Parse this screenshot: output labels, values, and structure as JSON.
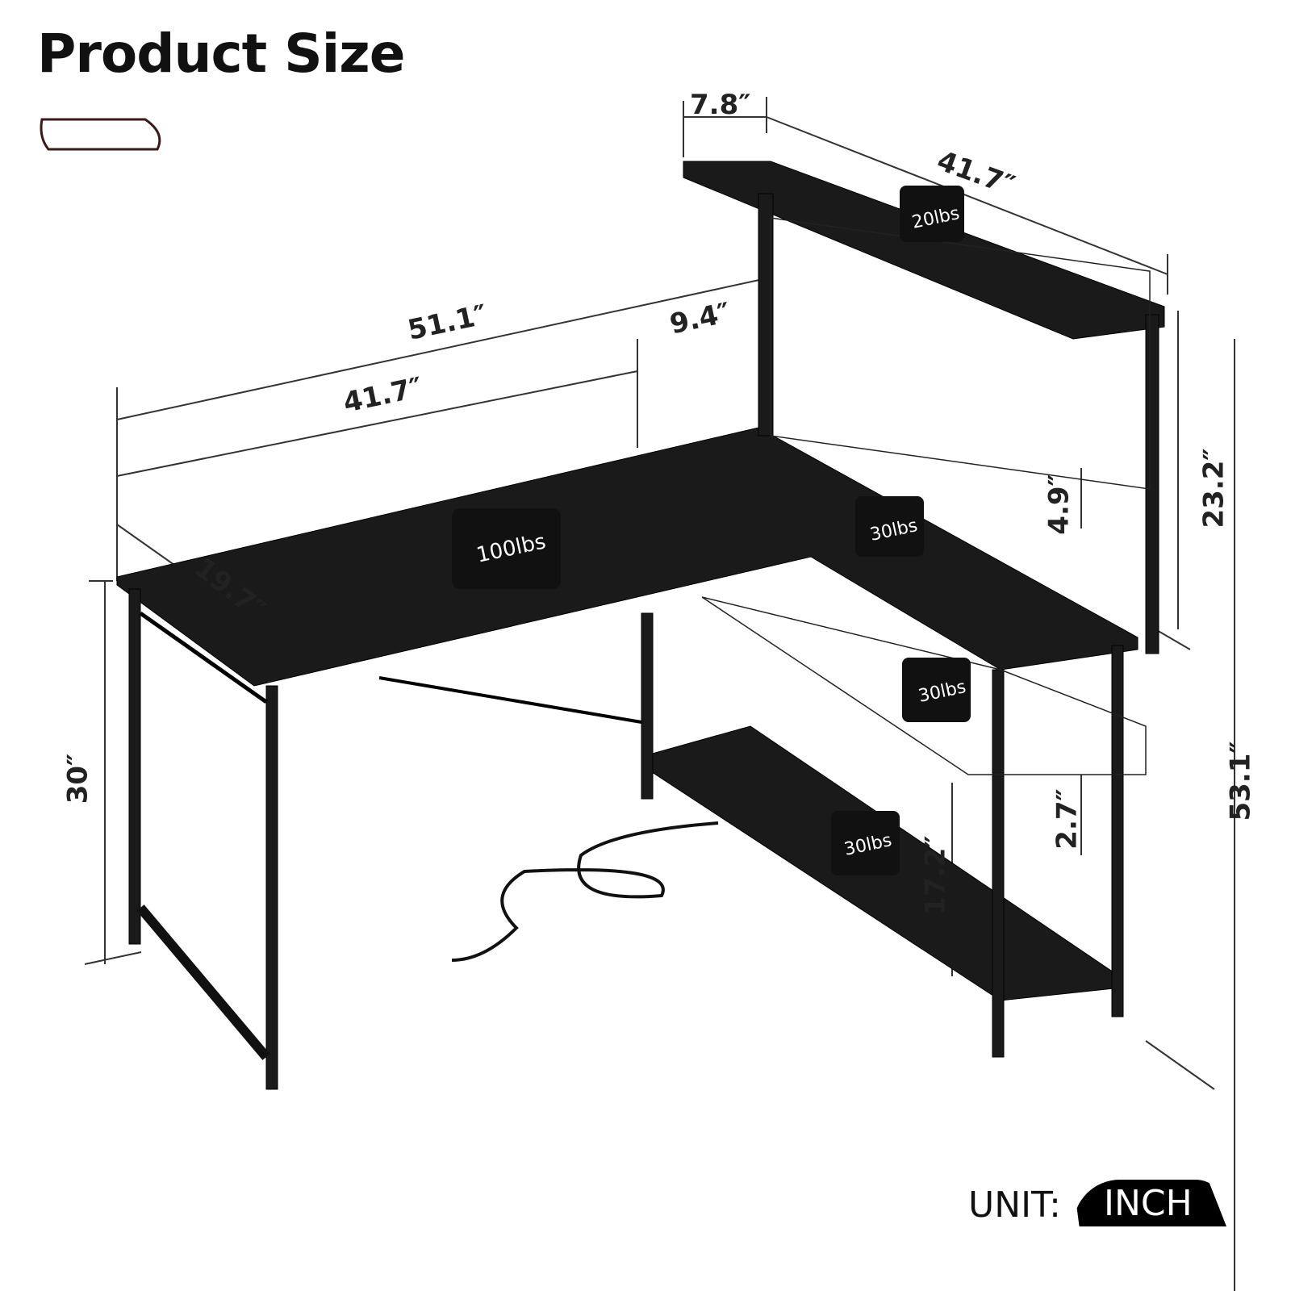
{
  "title": "Product Size",
  "dimensions": {
    "shelf_depth": "7.8″",
    "shelf_width": "41.7″",
    "total_width": "51.1″",
    "hutch_offset": "9.4″",
    "desk_width": "41.7″",
    "desk_depth": "19.7″",
    "desk_height": "30″",
    "grid_gap": "4.9″",
    "hutch_height": "23.2″",
    "total_height": "53.1″",
    "basket_height": "2.7″",
    "bottom_shelf_height": "17.2″"
  },
  "weights": [
    "20lbs",
    "100lbs",
    "30lbs",
    "30lbs",
    "30lbs"
  ],
  "unit": {
    "label": "UNIT:",
    "value": "INCH"
  },
  "colors": {
    "desk": "#1a1a1a",
    "lines": "#333333"
  }
}
